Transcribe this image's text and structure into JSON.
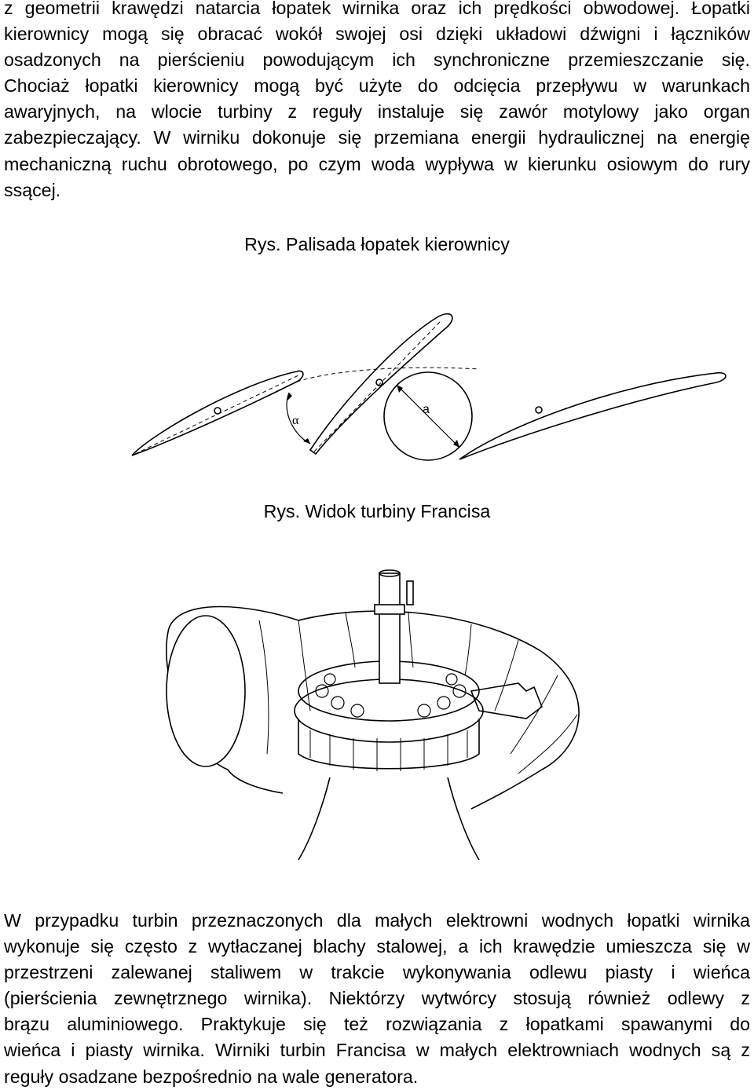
{
  "paragraph_top": {
    "lines": [
      "z geometrii krawędzi natarcia łopatek wirnika oraz ich prędkości obwodowej. Łopatki",
      "kierownicy mogą się obracać wokół swojej osi dzięki układowi dźwigni i łączników",
      "osadzonych na pierścieniu powodującym ich synchroniczne przemieszczanie się.",
      "Chociaż łopatki kierownicy mogą być użyte do odcięcia przepływu w warunkach",
      "awaryjnych, na wlocie turbiny z reguły instaluje się zawór motylowy jako organ",
      "zabezpieczający. W wirniku dokonuje się przemiana energii hydraulicznej na energię",
      "mechaniczną ruchu obrotowego, po czym woda wypływa w kierunku osiowym do rury",
      "ssącej."
    ]
  },
  "figure1": {
    "caption": "Rys. Palisada łopatek kierownicy",
    "label_alpha": "α",
    "label_a": "a"
  },
  "figure2": {
    "caption": "Rys. Widok turbiny Francisa"
  },
  "paragraph_bottom": {
    "lines": [
      "W przypadku turbin przeznaczonych dla małych elektrowni wodnych łopatki wirnika",
      "wykonuje się często z wytłaczanej blachy stalowej, a ich krawędzie umieszcza się w",
      "przestrzeni zalewanej staliwem w trakcie wykonywania odlewu piasty i wieńca",
      "(pierścienia zewnętrznego wirnika). Niektórzy wytwórcy stosują również odlewy z",
      "brązu aluminiowego. Praktykuje się też rozwiązania z łopatkami spawanymi do",
      "wieńca i piasty wirnika. Wirniki turbin Francisa w małych elektrowniach wodnych są z",
      "reguły osadzane bezpośrednio na wale generatora."
    ]
  }
}
